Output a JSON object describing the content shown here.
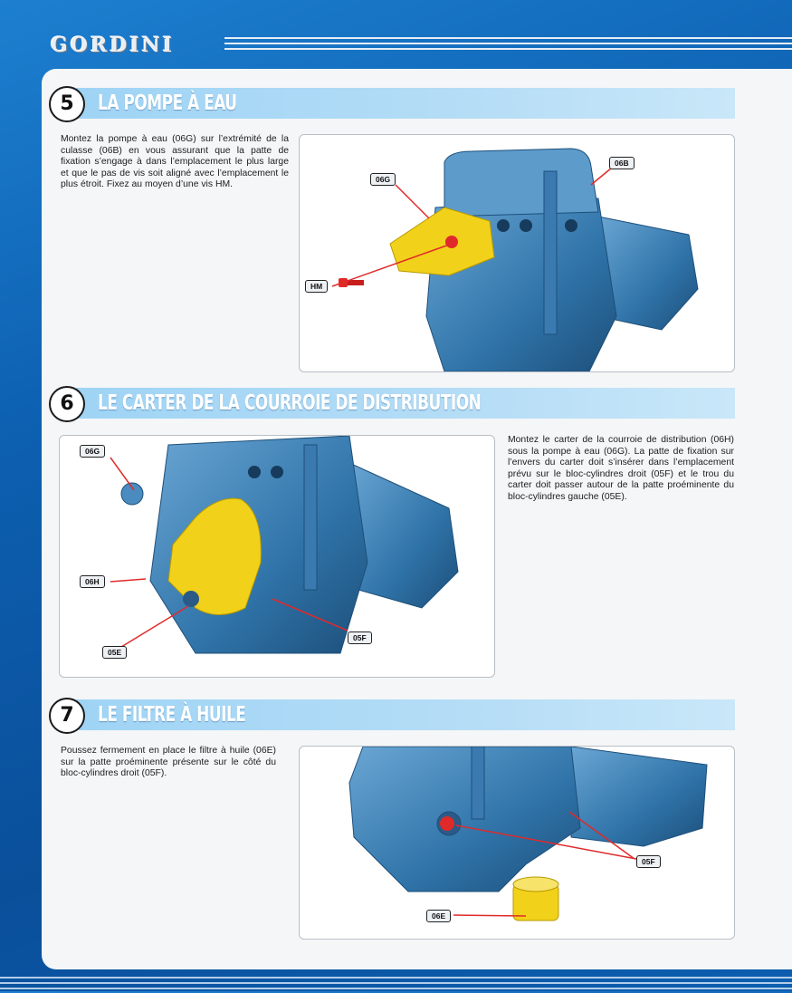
{
  "header": {
    "brand": "GORDINI"
  },
  "sections": [
    {
      "number": "5",
      "title": "LA POMPE À EAU",
      "text": "Montez la pompe à eau (06G) sur l’extrémité de la culasse (06B) en vous assurant que la patte de fixation s’engage à dans l’emplacement le plus large et que le pas de vis soit aligné avec l’emplacement le plus étroit. Fixez au moyen d’une vis HM.",
      "callouts": [
        "06G",
        "06B",
        "HM"
      ]
    },
    {
      "number": "6",
      "title": "LE CARTER DE LA COURROIE DE DISTRIBUTION",
      "text": "Montez le carter de la courroie de distribution (06H) sous la pompe à eau (06G). La patte de fixation sur l’envers du carter doit s’insérer dans l’emplacement prévu sur le bloc-cylindres droit (05F) et le trou du carter doit passer autour de la patte proéminente du bloc-cylindres gauche (05E).",
      "callouts": [
        "06G",
        "06H",
        "05E",
        "05F"
      ]
    },
    {
      "number": "7",
      "title": "LE FILTRE À HUILE",
      "text": "Poussez fermement en place le filtre à huile (06E) sur la patte proéminente présente sur le côté du bloc-cylindres droit (05F).",
      "callouts": [
        "05F",
        "06E"
      ]
    }
  ],
  "colors": {
    "engine": "#3f86bd",
    "highlight_part": "#f2d11a",
    "screw": "#e02a2a",
    "arrow": "#e02a2a",
    "band": "#9fd4f5"
  }
}
